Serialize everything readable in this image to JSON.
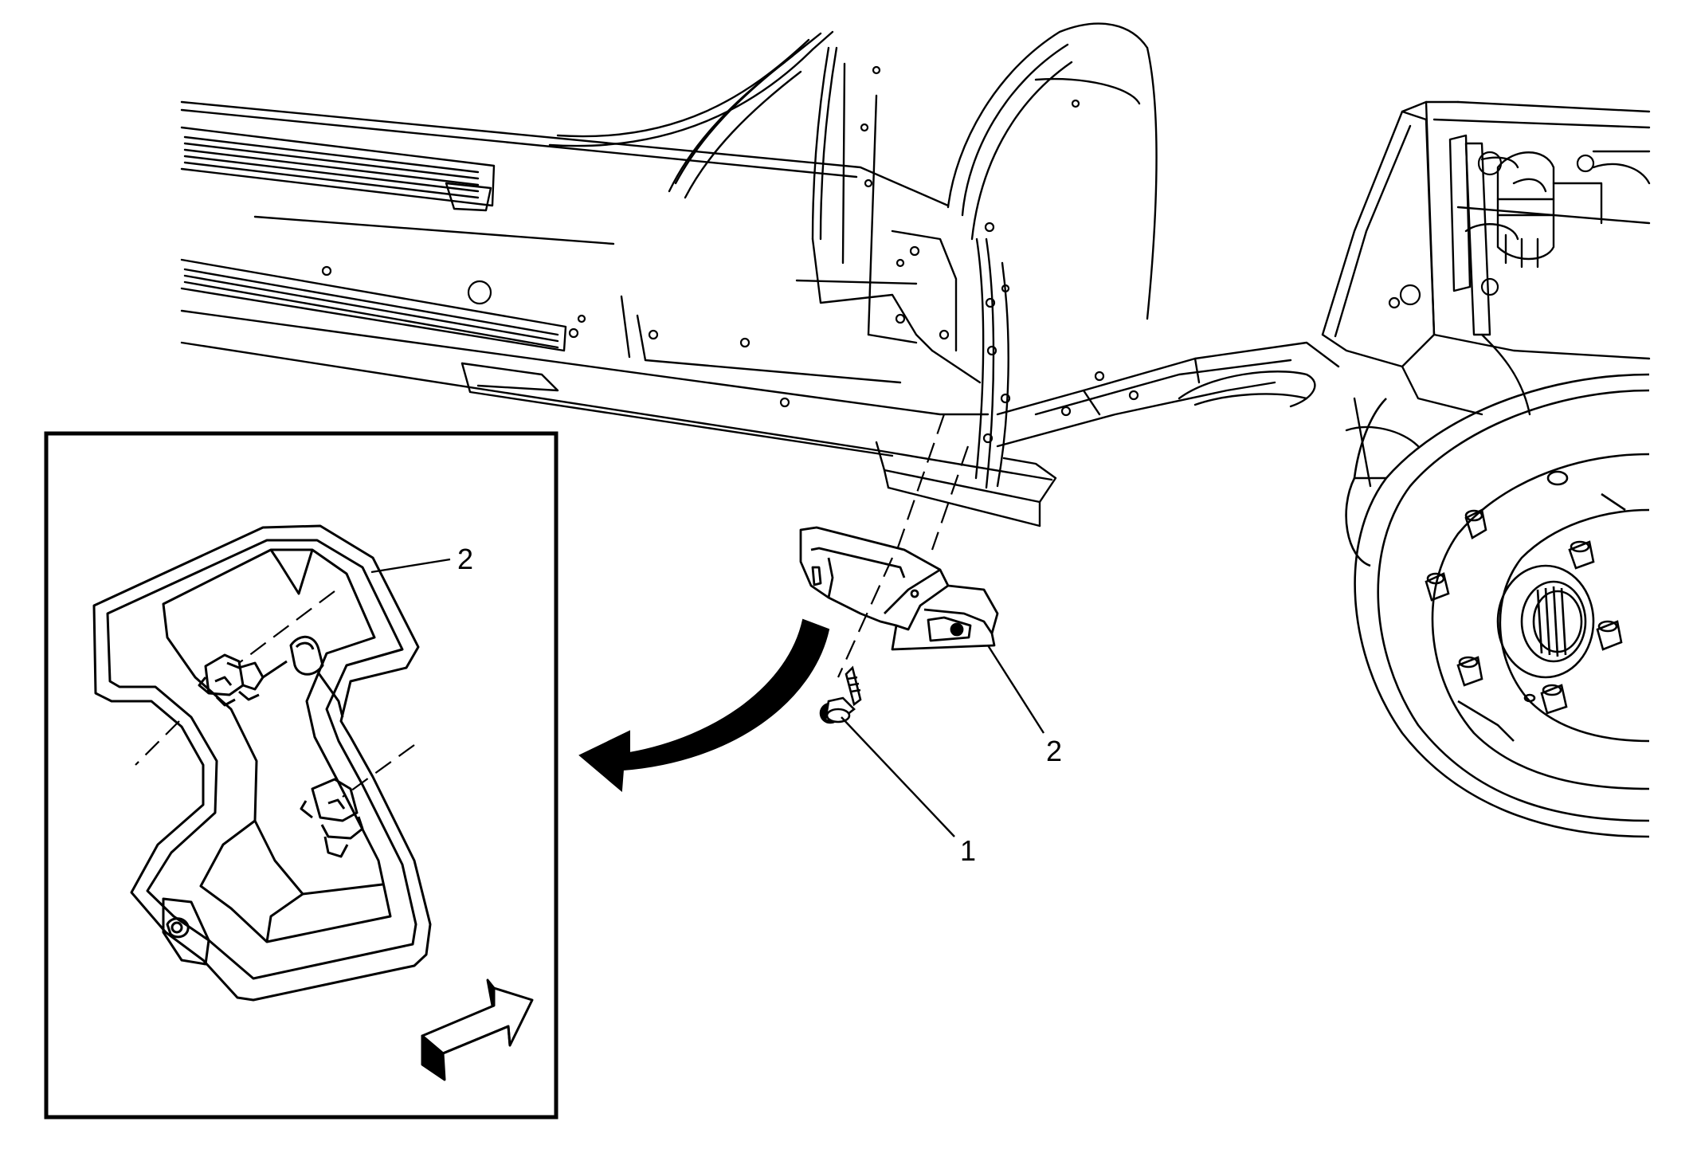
{
  "callouts": {
    "bolt": "1",
    "bracket": "2",
    "inset_bracket": "2"
  },
  "colors": {
    "line": "#000000",
    "paper": "#ffffff",
    "fill_dark": "#000000"
  },
  "icons": {
    "arrow": "curved-arrow-icon",
    "direction": "direction-arrow-icon"
  }
}
